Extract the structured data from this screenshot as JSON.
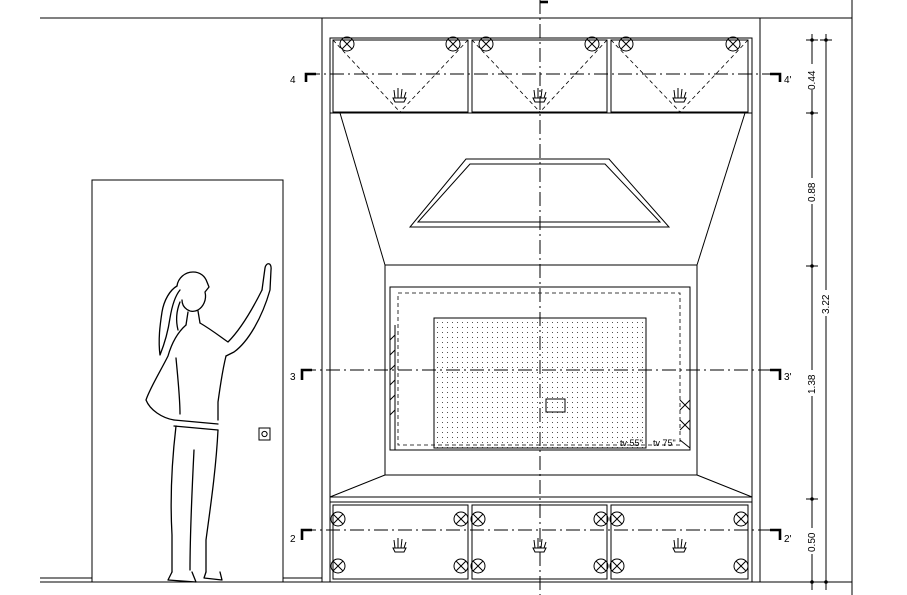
{
  "sections": {
    "s4": "4",
    "s4p": "4'",
    "s3": "3",
    "s3p": "3'",
    "s2": "2",
    "s2p": "2'"
  },
  "dimensions": {
    "d1": "0.44",
    "d2": "0.88",
    "d3": "1.38",
    "d4": "0.50",
    "total": "3.22"
  },
  "tv": {
    "tv1": "tv 55\"",
    "tv2": "tv 75\""
  }
}
